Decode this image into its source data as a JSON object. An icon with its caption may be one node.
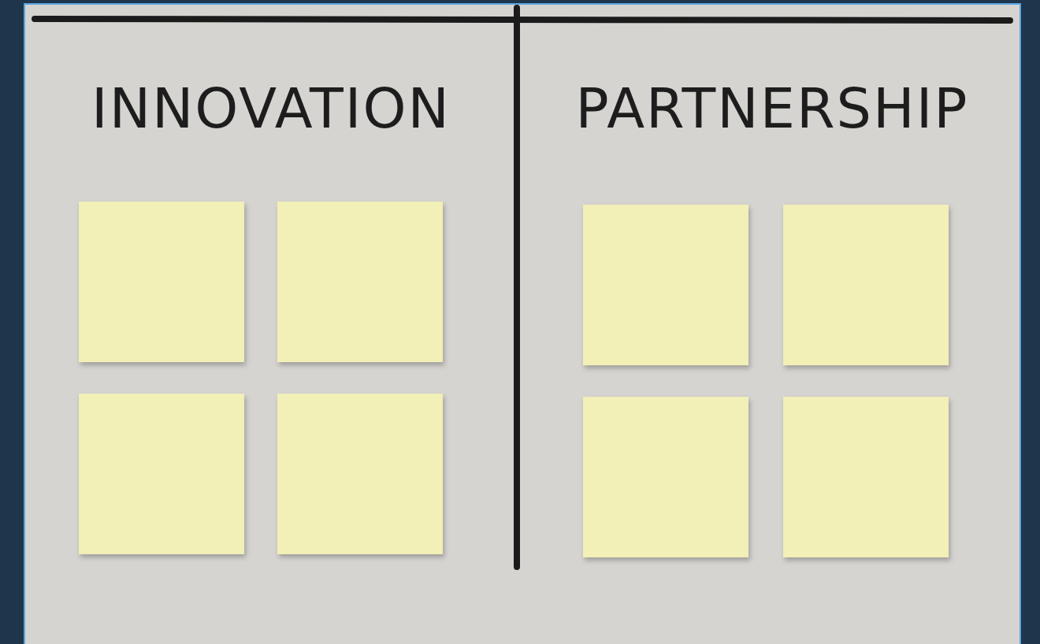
{
  "diagram": {
    "nodes": [
      {
        "text": [],
        "shape": "box"
      },
      {
        "text": [],
        "shape": "box"
      },
      {
        "text": [],
        "shape": "box"
      },
      {
        "text": [],
        "shape": "box"
      },
      {
        "text": [],
        "shape": "box"
      },
      {
        "text": [],
        "shape": "box"
      },
      {
        "text": [],
        "shape": "box"
      },
      {
        "text": [],
        "shape": "box"
      }
    ],
    "labels": [
      "INNOVATION",
      "PARTNERSHIP"
    ]
  }
}
